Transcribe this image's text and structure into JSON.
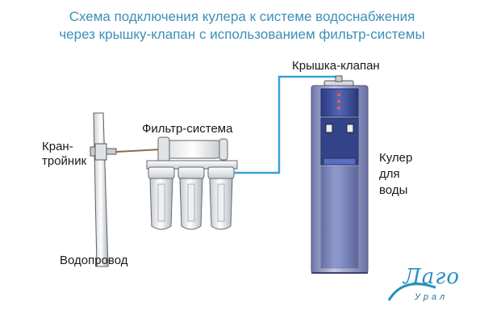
{
  "title": {
    "line1": "Схема подключения кулера к системе водоснабжения",
    "line2": "через крышку-клапан с использованием фильтр-системы"
  },
  "labels": {
    "valve_cap": "Крышка-клапан",
    "filter_system": "Фильтр-система",
    "tee_tap_line1": "Кран-",
    "tee_tap_line2": "тройник",
    "cooler_line1": "Кулер",
    "cooler_line2": "для",
    "cooler_line3": "воды",
    "water_pipe": "Водопровод"
  },
  "logo": {
    "brand": "Лаго",
    "sub": "Урал"
  },
  "colors": {
    "title": "#3d8fb8",
    "tube": "#3aa0d8",
    "cooler_body": "#8a93c0",
    "cooler_panel": "#3e4f9c",
    "filter": "#e8ebee"
  }
}
